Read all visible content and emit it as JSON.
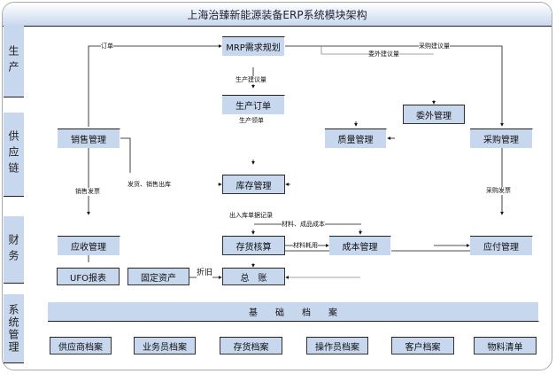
{
  "title": "上海治臻新能源装备ERP系统模块架构",
  "sidebar": [
    "生产",
    "供应链",
    "财务",
    "系统管理"
  ],
  "modules": {
    "mrp": "MRP需求规划",
    "production_order": "生产订单",
    "outsourcing": "委外管理",
    "sales": "销售管理",
    "quality": "质量管理",
    "purchase": "采购管理",
    "inventory": "库存管理",
    "receivable": "应收管理",
    "inventory_accounting": "存货核算",
    "cost": "成本管理",
    "payable": "应付管理",
    "ufo_report": "UFO报表",
    "fixed_assets": "固定资产",
    "general_ledger": "总　账"
  },
  "flows": {
    "order": "订单",
    "purchase_suggestion": "采购建议量",
    "outsourcing_suggestion": "委外建议量",
    "production_suggestion": "生产建议量",
    "production_picking": "生产领单",
    "shipping": "发货、销售出库",
    "sales_invoice": "销售发票",
    "purchase_invoice": "采购发票",
    "inout_records": "出入库单据记录",
    "material_product_cost": "材料、成品成本",
    "material_consumption": "材料耗用",
    "depreciation": "折旧"
  },
  "base": {
    "title": "基　　础　　档　　案",
    "items": [
      "供应商档案",
      "业务员档案",
      "存货档案",
      "操作员档案",
      "客户档案",
      "物料清单"
    ]
  }
}
